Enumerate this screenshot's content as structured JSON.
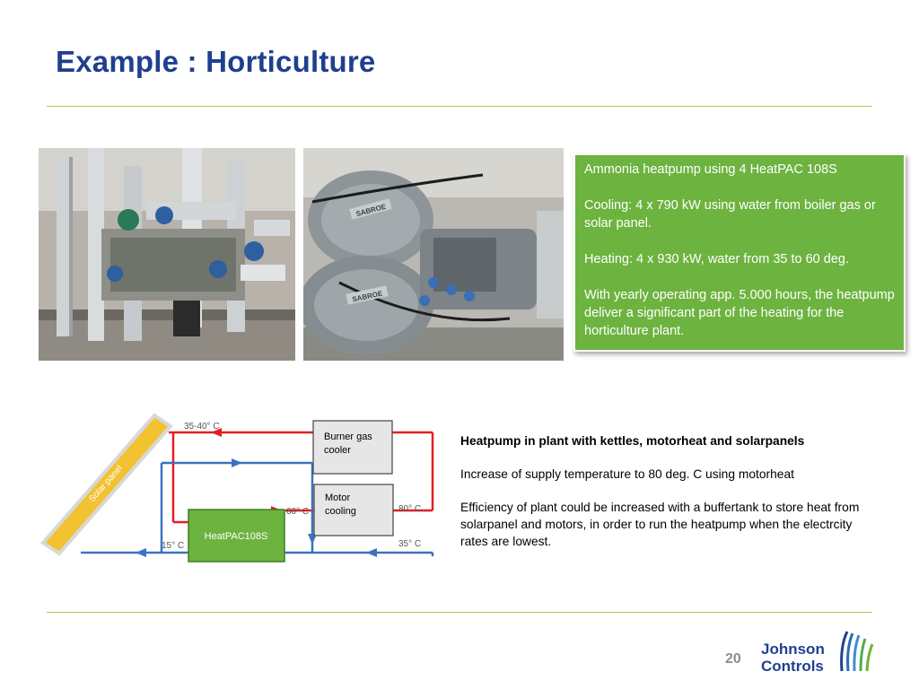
{
  "slide": {
    "title": "Example : Horticulture",
    "page_number": "20"
  },
  "info_box": {
    "lines": [
      "Ammonia heatpump using  4 HeatPAC 108S",
      "Cooling: 4 x 790 kW using water from boiler gas or solar panel.",
      "Heating: 4 x 930 kW, water from 35 to 60 deg.",
      "With yearly operating app. 5.000 hours, the heatpump deliver a significant part of the heating for the horticulture plant."
    ]
  },
  "photos": {
    "right_brand_label_1": "SABROE",
    "right_brand_label_2": "SABROE"
  },
  "diagram": {
    "solar_panel_label": "Solar panel",
    "burner_label_1": "Burner gas",
    "burner_label_2": "cooler",
    "motor_label_1": "Motor",
    "motor_label_2": "cooling",
    "heatpac_label": "HeatPAC108S",
    "temp_top": "35-40° C",
    "temp_60": "60° C",
    "temp_80": "80° C",
    "temp_15": "15° C",
    "temp_35": "35° C",
    "colors": {
      "hot": "#e31e24",
      "cold": "#3b73c0",
      "heatpac": "#6db33f",
      "solar": "#f2c230"
    }
  },
  "description": {
    "heading": "Heatpump in plant with kettles, motorheat and solarpanels",
    "para1": "Increase of supply temperature to 80 deg. C using motorheat",
    "para2": "Efficiency of plant could be increased with a buffertank to store heat from solarpanel and motors, in order to run the heatpump when the electrcity rates are lowest."
  },
  "logo": {
    "line1": "Johnson",
    "line2": "Controls"
  }
}
